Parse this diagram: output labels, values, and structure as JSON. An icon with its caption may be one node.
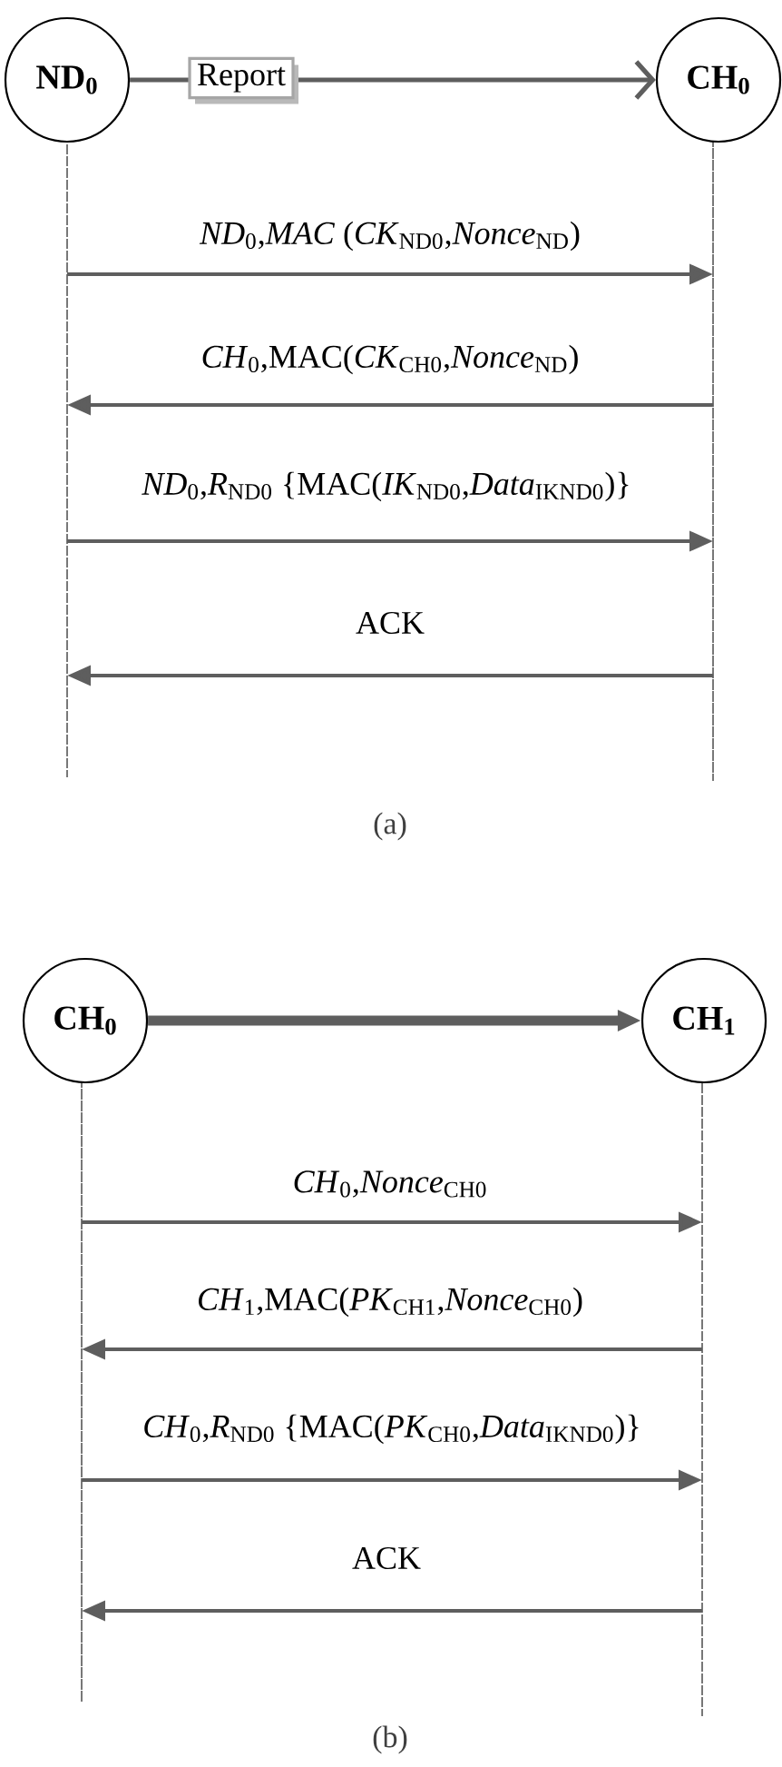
{
  "diagram": {
    "nodes": [
      {
        "text": [
          "ND$_{0}$"
        ]
      },
      {
        "text": [
          "CH$_{0}$"
        ]
      },
      {
        "text": [],
        "shape": "line"
      },
      {
        "text": [],
        "shape": "line"
      },
      {
        "text": [
          "CH$_{0}$"
        ]
      },
      {
        "text": [
          "CH$_{1}$"
        ]
      },
      {
        "text": [],
        "shape": "line"
      },
      {
        "text": [],
        "shape": "line"
      }
    ],
    "edges": [
      {
        "from": 0,
        "to": 1,
        "arrow": "to",
        "label": "Report"
      },
      {
        "from": 2,
        "to": 3,
        "arrow": "to",
        "label": "*ND*$_{0}$,*MAC* (*CK*$_{ND0}$,*Nonce*$_{ND}$)"
      },
      {
        "from": 3,
        "to": 2,
        "arrow": "to",
        "label": "*CH*$_{0}$,MAC(*CK*$_{CH0}$,*Nonce*$_{ND}$)"
      },
      {
        "from": 2,
        "to": 3,
        "arrow": "to",
        "label": "*ND*$_{0}$,*R*$_{ND0}$ {MAC(*IK*$_{ND0}$,*Data*$_{IKND0}$)}"
      },
      {
        "from": 3,
        "to": 2,
        "arrow": "to",
        "label": "ACK"
      },
      {
        "from": 4,
        "to": 5,
        "arrow": "to",
        "style": "thick"
      },
      {
        "from": 6,
        "to": 7,
        "arrow": "to",
        "label": "*CH*$_{0}$,*Nonce*$_{CH0}$"
      },
      {
        "from": 7,
        "to": 6,
        "arrow": "to",
        "label": "*CH*$_{1}$,MAC(*PK*$_{CH1}$,*Nonce*$_{CH0}$)"
      },
      {
        "from": 6,
        "to": 7,
        "arrow": "to",
        "label": "*CH*$_{0}$,*R*$_{ND0}$ {MAC(*PK*$_{CH0}$,*Data*$_{IKND0}$)}"
      },
      {
        "from": 7,
        "to": 6,
        "arrow": "to",
        "label": "ACK"
      }
    ],
    "labels": [
      "(a)",
      "(b)"
    ]
  }
}
